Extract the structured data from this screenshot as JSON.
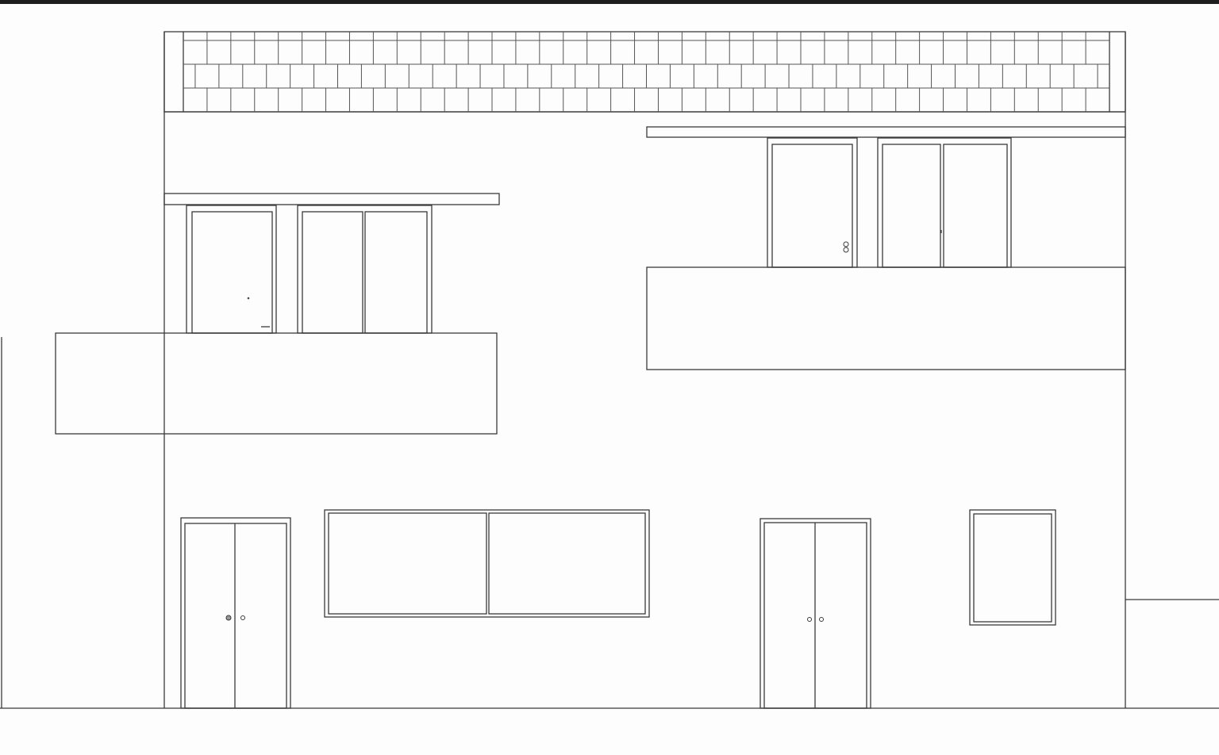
{
  "drawing": {
    "kind": "building-elevation",
    "line_color": "#3a3a3a",
    "background_color": "#fdfdfd",
    "top_bar_color": "#1e1e1e"
  },
  "roof_parapet": {
    "tile_rows": 3,
    "tiles_per_row": 39
  },
  "upper_openings": [
    {
      "id": "left-balcony-door",
      "leaves": 1,
      "hardware": "lever"
    },
    {
      "id": "left-balcony-slider",
      "leaves": 2
    },
    {
      "id": "right-balcony-door",
      "leaves": 1,
      "hardware": "double-knob"
    },
    {
      "id": "right-balcony-slider",
      "leaves": 2
    }
  ],
  "ground_openings": [
    {
      "id": "left-entrance-door",
      "leaves": 2,
      "hardware": "knobs"
    },
    {
      "id": "wide-window",
      "panes": 2
    },
    {
      "id": "right-entrance-door",
      "leaves": 2,
      "hardware": "knobs"
    },
    {
      "id": "small-window",
      "panes": 1
    }
  ]
}
